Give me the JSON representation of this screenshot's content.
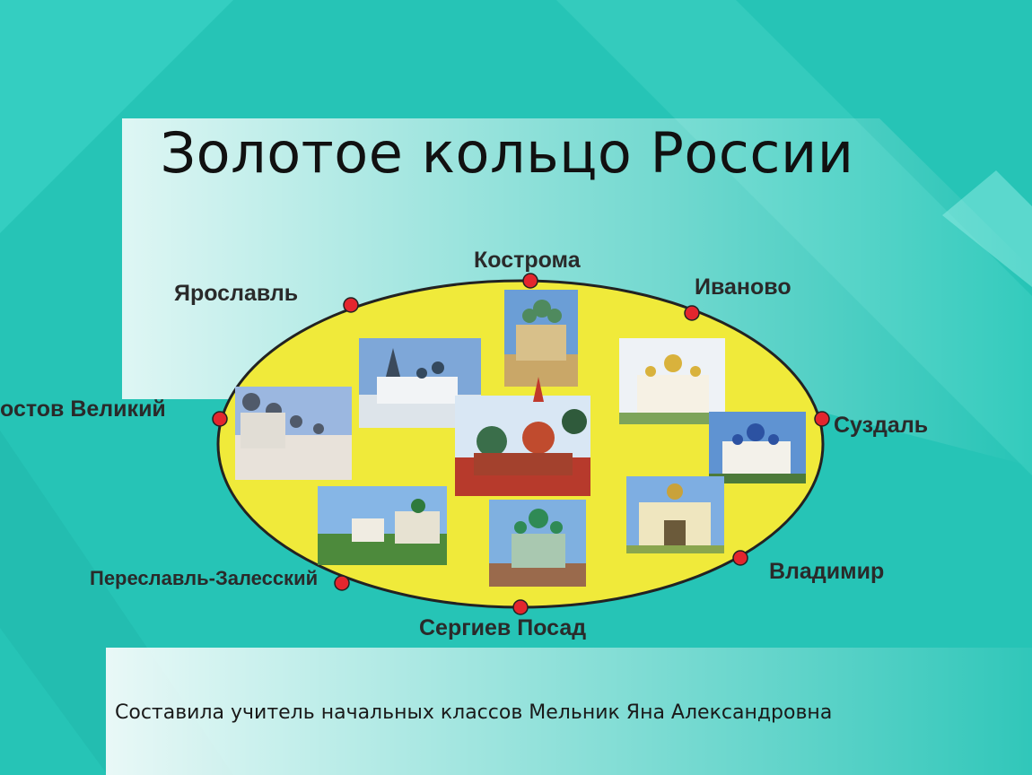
{
  "slide": {
    "title": "Золотое кольцо России",
    "author": "Составила учитель начальных классов Мельник Яна Александровна"
  },
  "cities": [
    {
      "id": "kostroma",
      "label": "Кострома"
    },
    {
      "id": "yaroslavl",
      "label": "Ярославль"
    },
    {
      "id": "ivanovo",
      "label": "Иваново"
    },
    {
      "id": "rostov",
      "label": "остов Великий"
    },
    {
      "id": "suzdal",
      "label": "Суздаль"
    },
    {
      "id": "pereslavl",
      "label": "Переславль-Залесский"
    },
    {
      "id": "vladimir",
      "label": "Владимир"
    },
    {
      "id": "sergiev",
      "label": "Сергиев Посад"
    }
  ],
  "colors": {
    "background": "#27c6b8",
    "ellipse_fill": "#f0ea3a",
    "marker": "#e3262e"
  },
  "photos": [
    {
      "id": "photo-kostroma-cathedral",
      "depicts": "cathedral"
    },
    {
      "id": "photo-yaroslavl-church",
      "depicts": "church"
    },
    {
      "id": "photo-ivanovo-cathedral",
      "depicts": "cathedral"
    },
    {
      "id": "photo-rostov-kremlin",
      "depicts": "kremlin"
    },
    {
      "id": "photo-moscow-basil",
      "depicts": "cathedral"
    },
    {
      "id": "photo-suzdal-cathedral",
      "depicts": "cathedral"
    },
    {
      "id": "photo-pereslavl-monastery",
      "depicts": "monastery"
    },
    {
      "id": "photo-sergiev-church",
      "depicts": "church"
    },
    {
      "id": "photo-vladimir-gate",
      "depicts": "gate"
    }
  ]
}
